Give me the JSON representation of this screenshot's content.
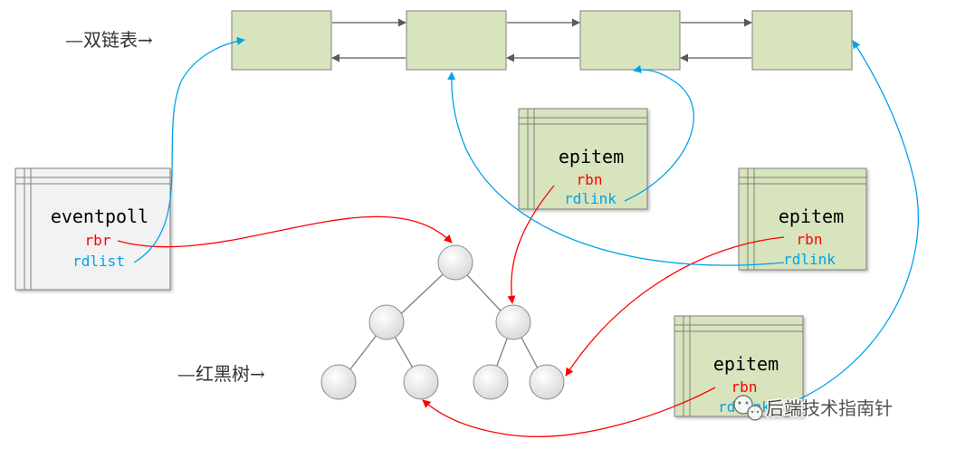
{
  "labels": {
    "double_list": "—双链表→",
    "rb_tree": "—红黑树→",
    "watermark": "后端技术指南针"
  },
  "eventpoll": {
    "title": "eventpoll",
    "rbr": "rbr",
    "rdlist": "rdlist"
  },
  "epitems": [
    {
      "title": "epitem",
      "rbn": "rbn",
      "rdlink": "rdlink"
    },
    {
      "title": "epitem",
      "rbn": "rbn",
      "rdlink": "rdlink"
    },
    {
      "title": "epitem",
      "rbn": "rbn",
      "rdlink": "rdlink"
    }
  ],
  "colors": {
    "list_node_fill": "#d7e4bd",
    "struct_fill": "#f2f2f2",
    "red_pointer": "#ff0000",
    "blue_pointer": "#00a2e8",
    "arrow_gray": "#595959"
  }
}
